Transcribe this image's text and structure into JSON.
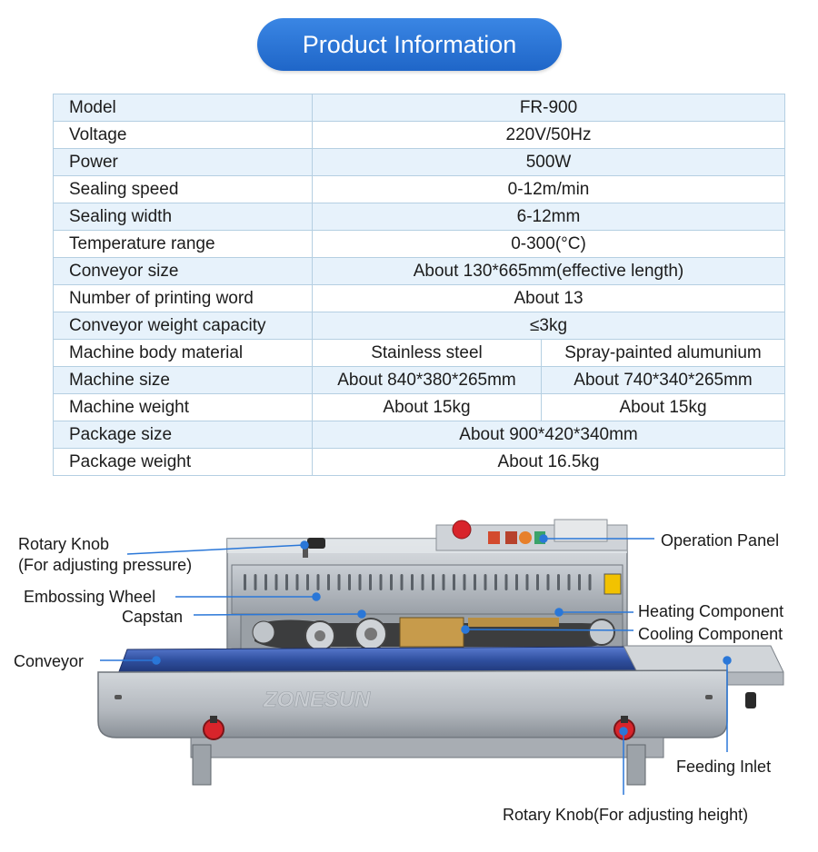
{
  "header": {
    "title": "Product Information"
  },
  "spec_rows": [
    {
      "label": "Model",
      "value": "FR-900"
    },
    {
      "label": "Voltage",
      "value": "220V/50Hz"
    },
    {
      "label": "Power",
      "value": "500W"
    },
    {
      "label": "Sealing speed",
      "value": "0-12m/min"
    },
    {
      "label": "Sealing width",
      "value": "6-12mm"
    },
    {
      "label": "Temperature range",
      "value": "0-300(°C)"
    },
    {
      "label": "Conveyor size",
      "value": "About 130*665mm(effective length)"
    },
    {
      "label": "Number of printing word",
      "value": "About 13"
    },
    {
      "label": "Conveyor weight capacity",
      "value": "≤3kg"
    },
    {
      "label": "Machine body material",
      "value_a": "Stainless steel",
      "value_b": "Spray-painted alumunium"
    },
    {
      "label": "Machine size",
      "value_a": "About 840*380*265mm",
      "value_b": "About 740*340*265mm"
    },
    {
      "label": "Machine weight",
      "value_a": "About 15kg",
      "value_b": "About 15kg"
    },
    {
      "label": "Package size",
      "value": "About 900*420*340mm"
    },
    {
      "label": "Package weight",
      "value": "About 16.5kg"
    }
  ],
  "callouts": {
    "rotary_knob_pressure_1": "Rotary Knob",
    "rotary_knob_pressure_2": "(For adjusting pressure)",
    "embossing_wheel": "Embossing Wheel",
    "capstan": "Capstan",
    "conveyor": "Conveyor",
    "operation_panel": "Operation Panel",
    "heating_component": "Heating Component",
    "cooling_component": "Cooling Component",
    "feeding_inlet": "Feeding Inlet",
    "rotary_knob_height": "Rotary Knob(For adjusting height)"
  },
  "machine": {
    "brand_mark": "ZONESUN"
  },
  "colors": {
    "accent_blue": "#2a77d8",
    "row_shade": "#e7f2fb",
    "table_border": "#b5cfe2",
    "knob_red": "#d8242b",
    "belt_blue": "#2f4f9e"
  }
}
